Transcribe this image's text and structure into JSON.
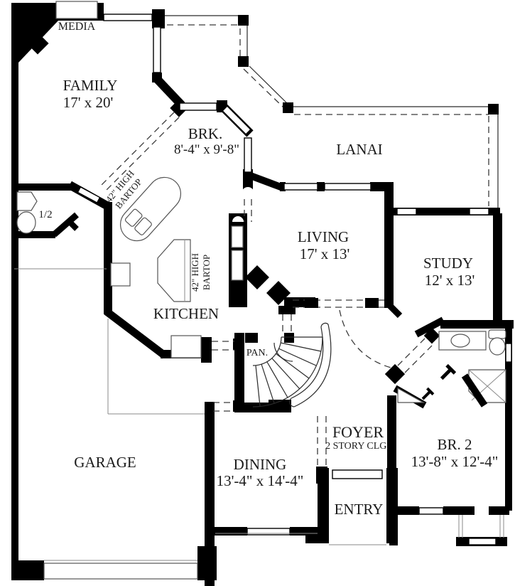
{
  "colors": {
    "wall": "#000000",
    "background": "#ffffff",
    "thin_line": "#8a8a8a"
  },
  "rooms": {
    "media": {
      "name": "MEDIA"
    },
    "family": {
      "name": "FAMILY",
      "dims": "17' x 20'"
    },
    "breakfast": {
      "name": "BRK.",
      "dims": "8'-4\" x 9'-8\""
    },
    "lanai": {
      "name": "LANAI"
    },
    "living": {
      "name": "LIVING",
      "dims": "17' x 13'"
    },
    "study": {
      "name": "STUDY",
      "dims": "12' x 13'"
    },
    "half_bath": {
      "name": "1/2"
    },
    "kitchen": {
      "name": "KITCHEN"
    },
    "pantry": {
      "name": "PAN."
    },
    "foyer": {
      "name": "FOYER",
      "note": "2 STORY CLG."
    },
    "garage": {
      "name": "GARAGE"
    },
    "dining": {
      "name": "DINING",
      "dims": "13'-4\" x 14'-4\""
    },
    "entry": {
      "name": "ENTRY"
    },
    "bedroom2": {
      "name": "BR. 2",
      "dims": "13'-8\" x 12'-4\""
    }
  },
  "annotations": {
    "bartop_island": {
      "line1": "42\" HIGH",
      "line2": "BARTOP"
    },
    "bartop_counter": {
      "line1": "42\" HIGH",
      "line2": "BARTOP"
    }
  }
}
